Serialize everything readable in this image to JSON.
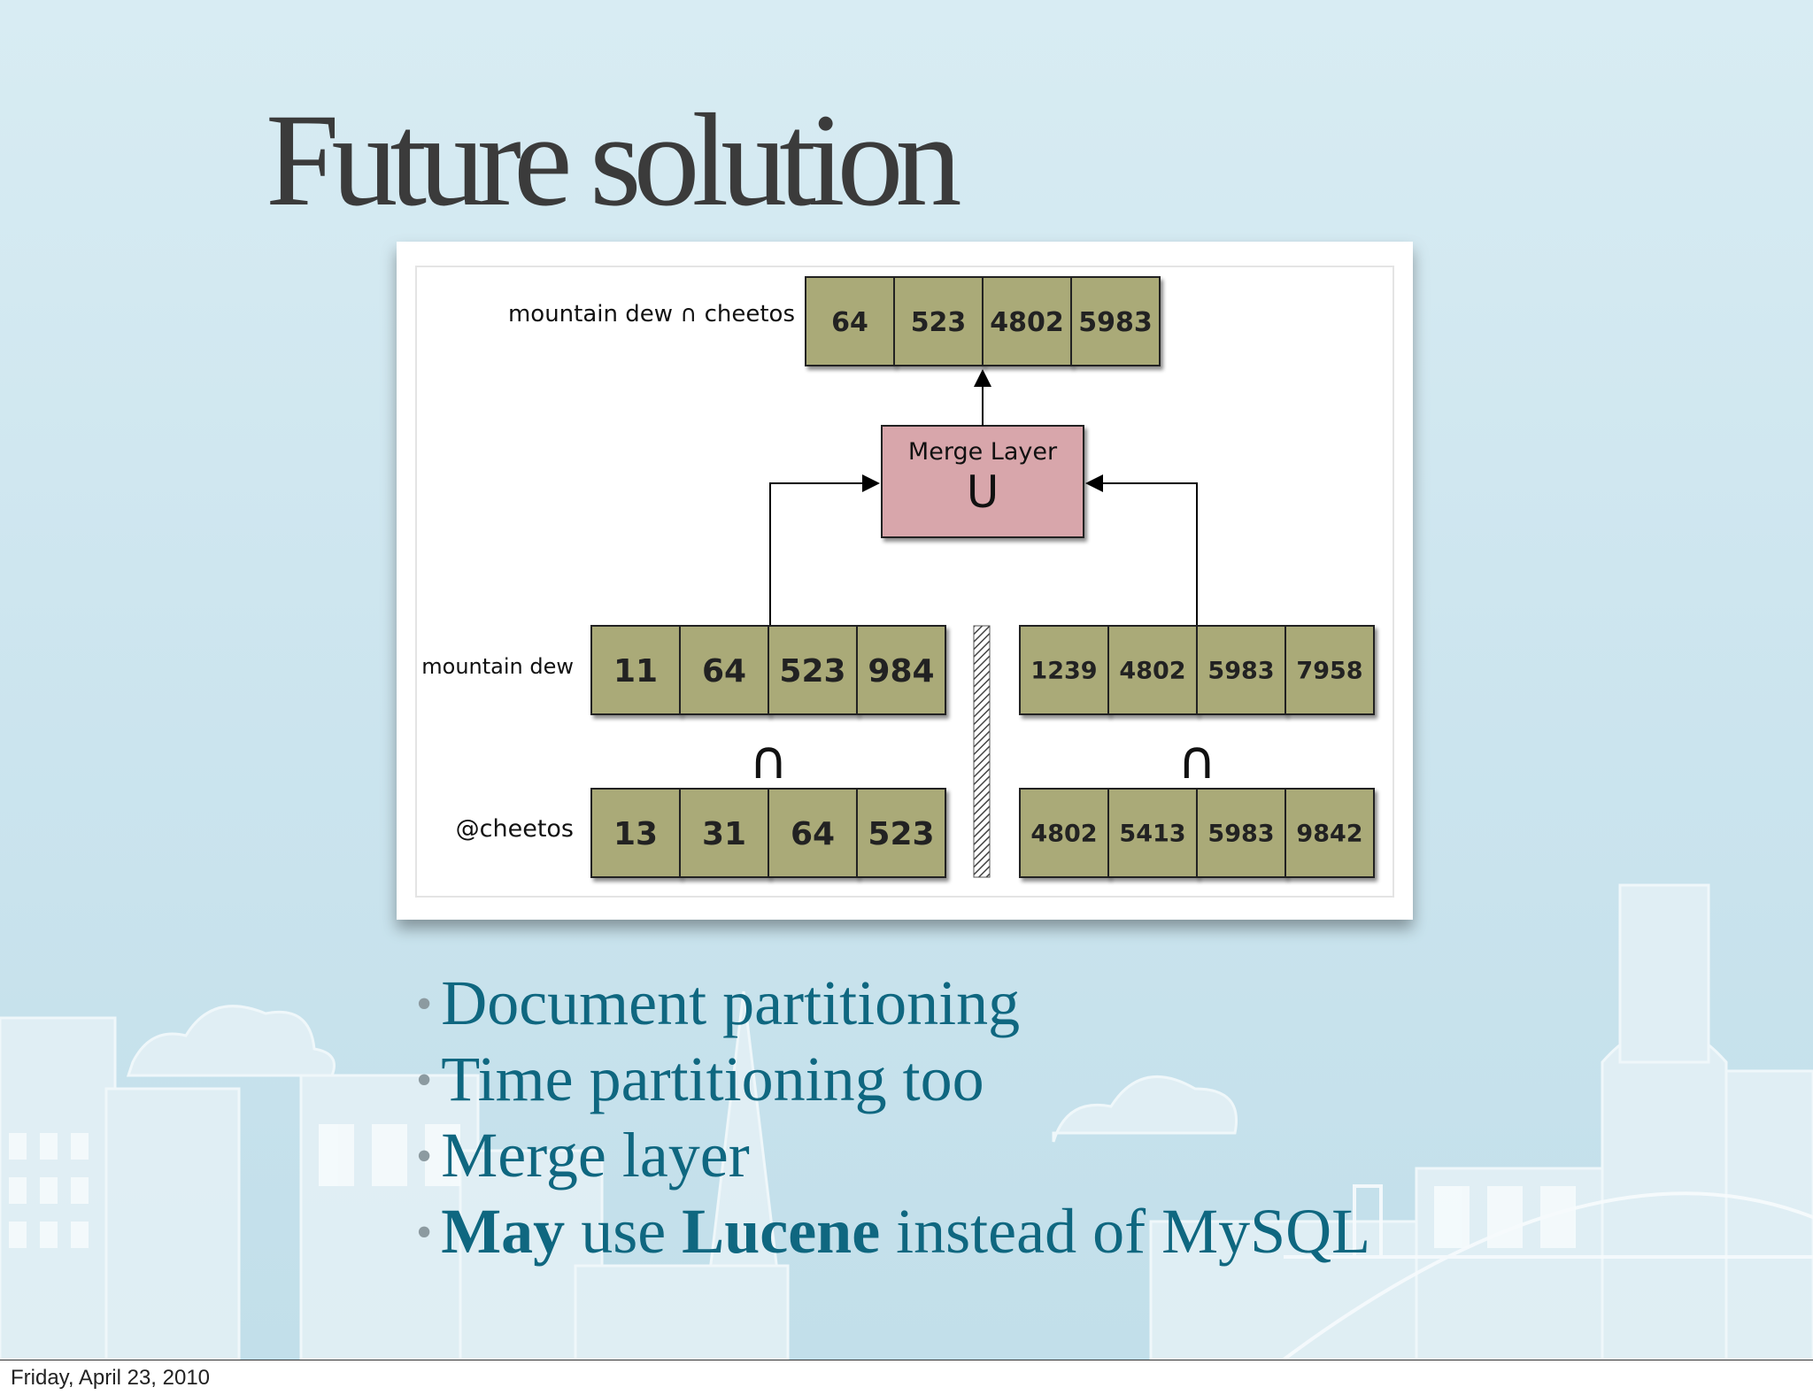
{
  "slide": {
    "title": "Future solution",
    "bullets": [
      {
        "parts": [
          {
            "text": "Document partitioning",
            "bold": false
          }
        ]
      },
      {
        "parts": [
          {
            "text": "Time partitioning too",
            "bold": false
          }
        ]
      },
      {
        "parts": [
          {
            "text": "Merge layer",
            "bold": false
          }
        ]
      },
      {
        "parts": [
          {
            "text": "May",
            "bold": true
          },
          {
            "text": " use ",
            "bold": false
          },
          {
            "text": "Lucene",
            "bold": true
          },
          {
            "text": " instead of MySQL",
            "bold": false
          }
        ]
      }
    ],
    "bullet_marker": "•",
    "footer_date": "Friday, April 23, 2010"
  },
  "diagram": {
    "result": {
      "label": "mountain dew ∩ cheetos",
      "values": [
        "64",
        "523",
        "4802",
        "5983"
      ]
    },
    "merge_layer": {
      "label": "Merge Layer",
      "symbol": "U"
    },
    "left_partition": {
      "top_row": {
        "label": "mountain dew",
        "values": [
          "11",
          "64",
          "523",
          "984"
        ]
      },
      "operator": "∩",
      "bottom_row": {
        "label": "@cheetos",
        "values": [
          "13",
          "31",
          "64",
          "523"
        ]
      }
    },
    "right_partition": {
      "top_row": {
        "values": [
          "1239",
          "4802",
          "5983",
          "7958"
        ]
      },
      "operator": "∩",
      "bottom_row": {
        "values": [
          "4802",
          "5413",
          "5983",
          "9842"
        ]
      }
    },
    "colors": {
      "cell_fill": "#aaaa78",
      "merge_fill": "#d8a6ab",
      "title": "#3b3b3b",
      "bullet_text": "#0f6780"
    }
  }
}
